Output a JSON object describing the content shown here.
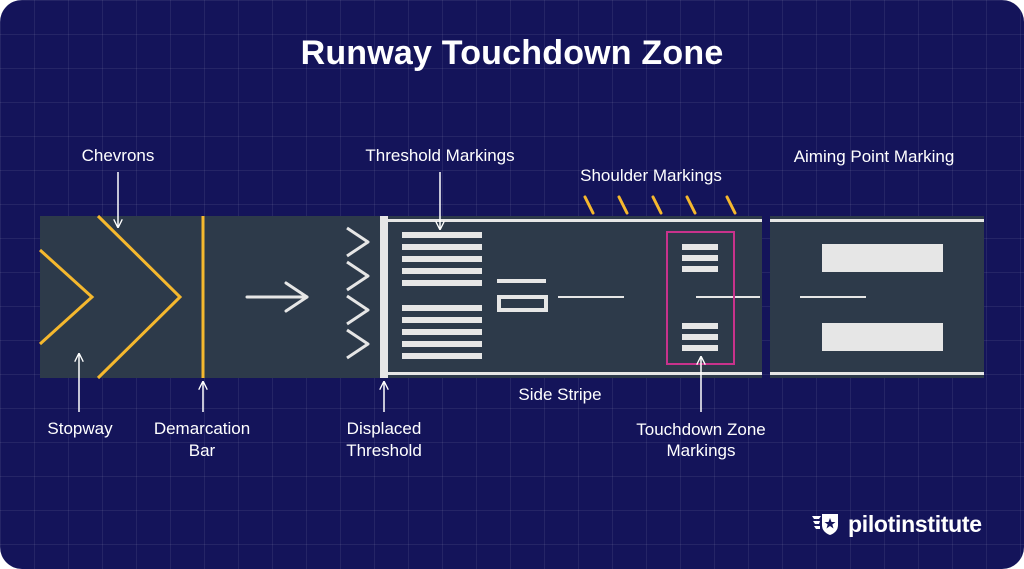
{
  "title": "Runway Touchdown Zone",
  "labels": {
    "chevrons": "Chevrons",
    "threshold_markings": "Threshold Markings",
    "shoulder_markings": "Shoulder Markings",
    "aiming_point_marking": "Aiming Point Marking",
    "stopway": "Stopway",
    "demarcation_bar_1": "Demarcation",
    "demarcation_bar_2": "Bar",
    "displaced_threshold_1": "Displaced",
    "displaced_threshold_2": "Threshold",
    "side_stripe": "Side Stripe",
    "touchdown_zone_1": "Touchdown Zone",
    "touchdown_zone_2": "Markings"
  },
  "brand": {
    "name": "pilotinstitute"
  },
  "colors": {
    "background": "#14145a",
    "pavement": "#2d3a4a",
    "stopway_markings": "#f5b82e",
    "runway_markings": "#e6e6e6",
    "highlight_box": "#c8328c"
  }
}
